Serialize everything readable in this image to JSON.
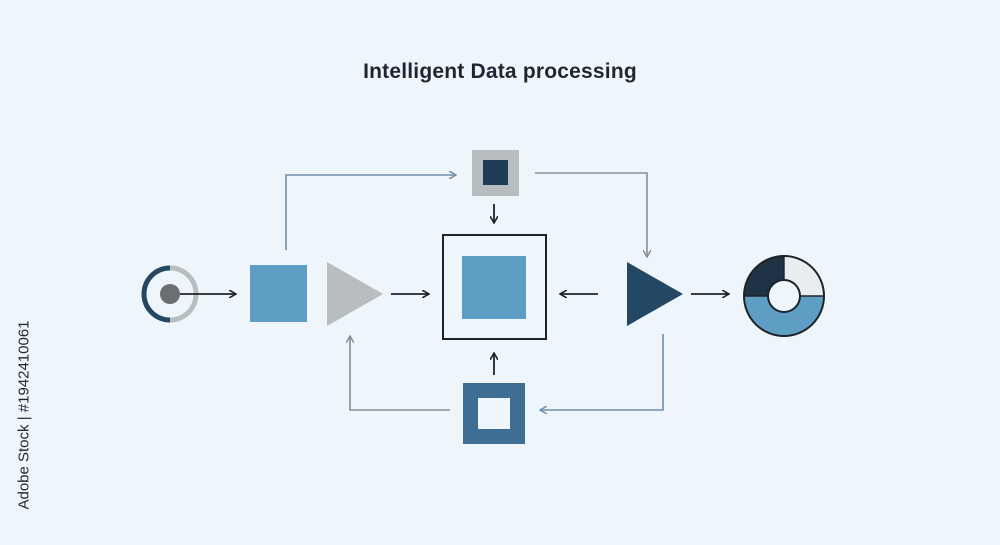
{
  "title": "Intelligent Data processing",
  "stock_id": "Adobe Stock | #1942410061",
  "colors": {
    "background": "#eff6fb",
    "dark_navy": "#244763",
    "mid_blue": "#5f9ec4",
    "steel_blue": "#3f6e95",
    "gray": "#b8bdc0",
    "dark_gray": "#6b6e72",
    "arrow_black": "#1e2328",
    "connector_blue": "#6f8fab",
    "connector_gray": "#8a8e92"
  },
  "nodes": [
    {
      "id": "input-source",
      "shape": "circle-target-icon"
    },
    {
      "id": "collect-square",
      "shape": "square"
    },
    {
      "id": "gray-play-triangle",
      "shape": "triangle"
    },
    {
      "id": "core-processor",
      "shape": "framed-square"
    },
    {
      "id": "top-module",
      "shape": "square-in-square"
    },
    {
      "id": "output-play-triangle",
      "shape": "triangle"
    },
    {
      "id": "feedback-module",
      "shape": "square-ring"
    },
    {
      "id": "output-donut",
      "shape": "donut-chart-icon"
    }
  ]
}
